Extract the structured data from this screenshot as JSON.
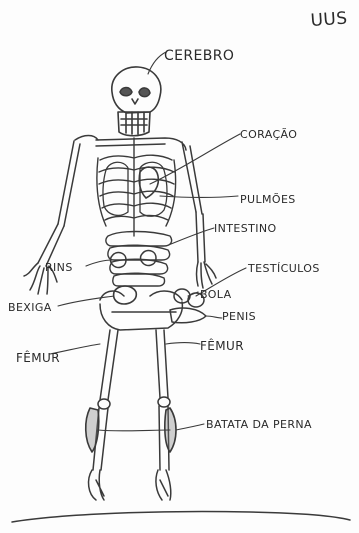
{
  "corner_mark": "UUS",
  "labels": {
    "cerebro": "CEREBRO",
    "coracao": "CORAÇÃO",
    "pulmoes": "PULMÕES",
    "intestino": "INTESTINO",
    "rins": "RINS",
    "testiculos": "TESTÍCULOS",
    "bexiga": "BEXIGA",
    "bola": "BOLA",
    "penis": "PENIS",
    "femur_left": "FÊMUR",
    "femur_right": "FÊMUR",
    "batata_da_perna": "BATATA DA PERNA"
  }
}
